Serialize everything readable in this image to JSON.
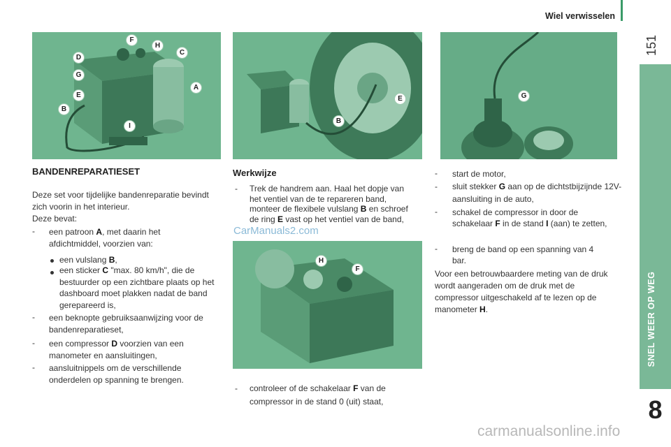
{
  "header": {
    "title": "Wiel verwisselen",
    "page_number": "151"
  },
  "side_tab": {
    "label": "SNEL WEER OP WEG",
    "chapter": "8",
    "color": "#7ab897"
  },
  "photos": {
    "photo1": {
      "callouts": [
        "F",
        "H",
        "D",
        "C",
        "G",
        "A",
        "E",
        "B",
        "I"
      ]
    },
    "photo2": {
      "callouts": [
        "E",
        "B"
      ]
    },
    "photo3": {
      "callouts": [
        "G"
      ]
    },
    "photo4": {
      "callouts": [
        "H",
        "F"
      ]
    }
  },
  "col1": {
    "heading": "BANDENREPARATIESET",
    "intro": "Deze set voor tijdelijke bandenreparatie bevindt zich voorin in het interieur.",
    "contains": "Deze bevat:",
    "item1_pre": "een patroon ",
    "item1_bold": "A",
    "item1_post": ", met daarin het afdichtmiddel, voorzien van:",
    "sub1_pre": "een vulslang ",
    "sub1_bold": "B",
    "sub1_post": ",",
    "sub2_pre": "een sticker ",
    "sub2_bold": "C",
    "sub2_post": " \"max. 80 km/h\", die de bestuurder op een zichtbare plaats op het dashboard moet plakken nadat de band gerepareerd is,",
    "item2": "een beknopte gebruiksaanwijzing voor de bandenreparatieset,",
    "item3_pre": "een compressor ",
    "item3_bold": "D",
    "item3_post": " voorzien van een manometer en aansluitingen,",
    "item4": "aansluitnippels om de verschillende onderdelen op spanning te brengen."
  },
  "col2": {
    "heading": "Werkwijze",
    "step1_pre": "Trek de handrem aan. Haal het dopje van het ventiel van de te repareren band, monteer de flexibele vulslang ",
    "step1_b1": "B",
    "step1_mid": " en schroef de ring ",
    "step1_b2": "E",
    "step1_post": " vast op het ventiel van de band,",
    "step2_pre": "controleer of de schakelaar ",
    "step2_bold": "F",
    "step2_post": " van de compressor in de stand 0 (uit) staat,"
  },
  "col3": {
    "step3": "start de motor,",
    "step4_pre": "sluit stekker ",
    "step4_bold": "G",
    "step4_post": " aan op de dichtstbijzijnde 12V-aansluiting in de auto,",
    "step5_pre": "schakel de compressor in door de schakelaar ",
    "step5_b1": "F",
    "step5_mid": " in de stand ",
    "step5_b2": "I",
    "step5_post": " (aan) te zetten,",
    "step6": "breng de band op een spanning van 4 bar.",
    "note_pre": "Voor een betrouwbaardere meting van de druk wordt aangeraden om de druk met de compressor uitgeschakeld af te lezen op de manometer ",
    "note_bold": "H",
    "note_post": "."
  },
  "watermarks": {
    "w1": "CarManuals2.com",
    "w2": "carmanualsonline.info"
  }
}
